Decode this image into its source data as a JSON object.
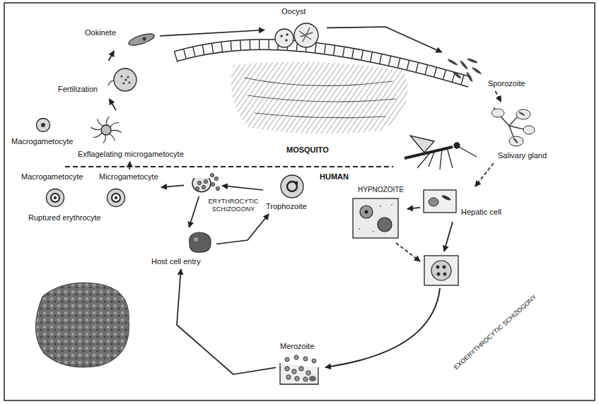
{
  "diagram": {
    "nodes": [
      {
        "text": [
          "Macrogametocyte"
        ]
      },
      {
        "text": [
          "Exflagelating microgametocyte"
        ]
      },
      {
        "text": [
          "Fertilization"
        ]
      },
      {
        "text": [
          "Ookinete"
        ]
      },
      {
        "text": [
          "Oocyst"
        ]
      },
      {
        "text": [
          "Sporozoite"
        ]
      },
      {
        "text": [
          "Salivary gland"
        ]
      },
      {
        "text": [
          "Hepatic cell"
        ]
      },
      {
        "text": [
          "HYPNOZOITE"
        ]
      },
      {
        "text": [
          "Merozoite"
        ]
      },
      {
        "text": [
          "Host cell entry"
        ]
      },
      {
        "text": [
          "Trophozoite"
        ]
      },
      {
        "text": [
          "Ruptured erythrocyte"
        ]
      },
      {
        "text": [
          "Macrogametocyte"
        ]
      },
      {
        "text": [
          "Microgametocyte"
        ]
      }
    ],
    "edges": [
      {
        "from": 1,
        "to": 2,
        "arrow": "to"
      },
      {
        "from": 2,
        "to": 3,
        "arrow": "to"
      },
      {
        "from": 3,
        "to": 4,
        "arrow": "to"
      },
      {
        "from": 4,
        "to": 5,
        "arrow": "to"
      },
      {
        "from": 5,
        "to": 6,
        "arrow": "to"
      },
      {
        "from": 6,
        "to": 7,
        "arrow": "to"
      },
      {
        "from": 7,
        "to": 8,
        "arrow": "to"
      },
      {
        "from": 9,
        "to": 10,
        "arrow": "to"
      },
      {
        "from": 10,
        "to": 11,
        "arrow": "to"
      },
      {
        "from": 11,
        "to": 12,
        "arrow": "to"
      },
      {
        "from": 12,
        "to": 10,
        "arrow": "to"
      },
      {
        "from": 12,
        "to": 14,
        "arrow": "to"
      },
      {
        "from": 14,
        "to": 1,
        "arrow": "to"
      }
    ],
    "labels": [
      "MOSQUITO",
      "HUMAN",
      "ERYTHROCYTIC SCHIZOGONY",
      "EXOERYTHROCYTIC SCHIZOGONY"
    ]
  }
}
